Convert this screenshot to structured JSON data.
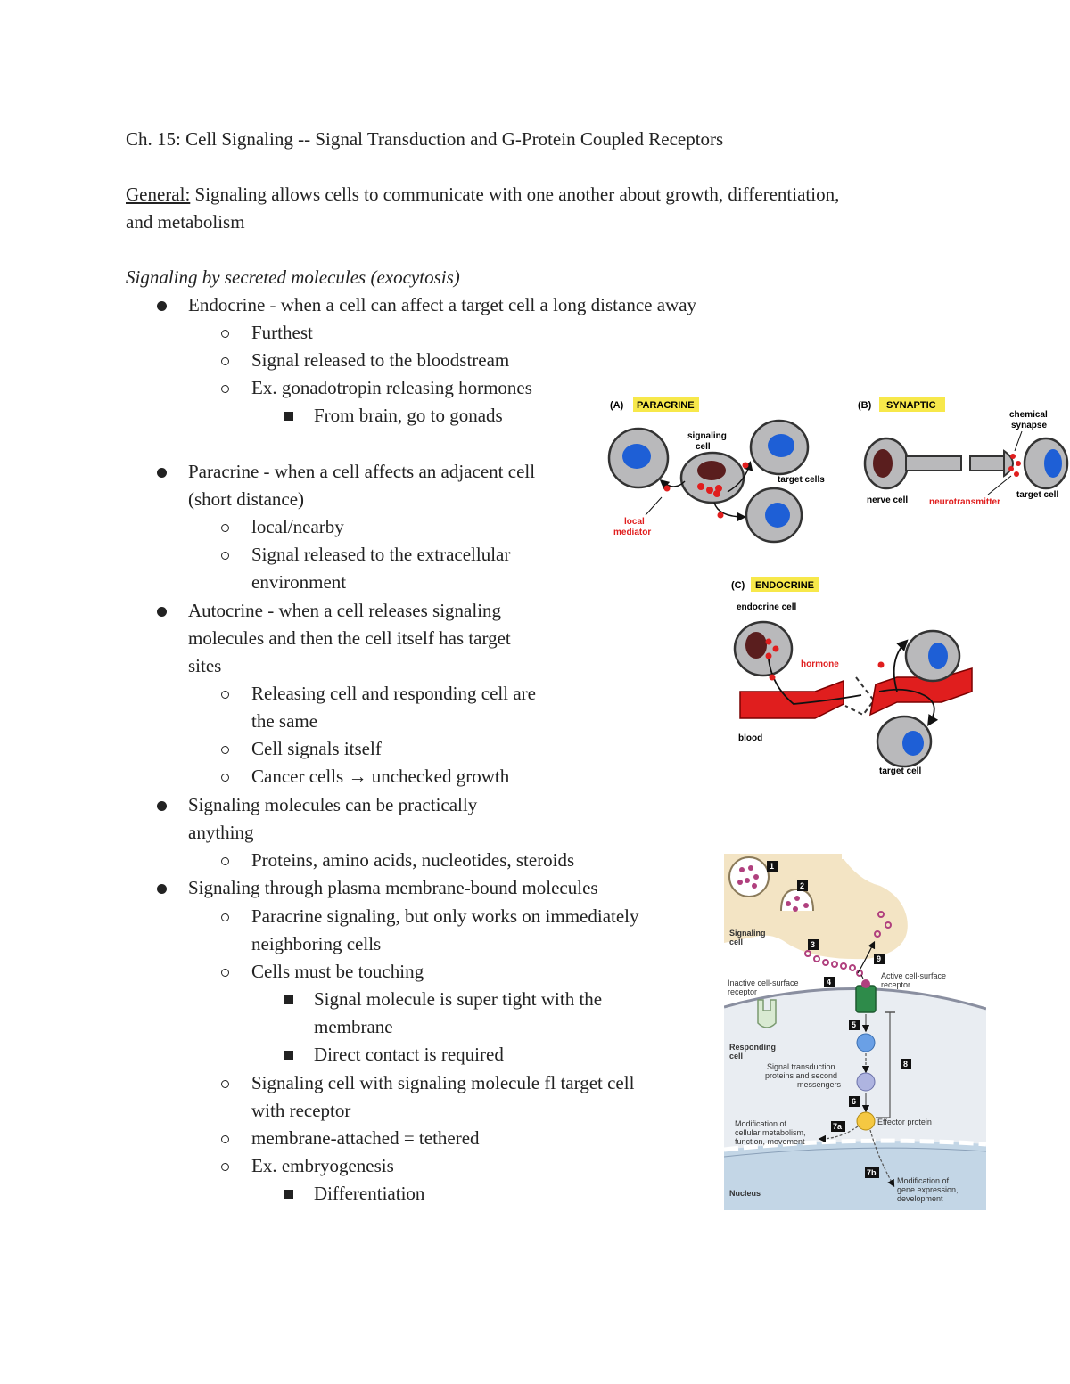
{
  "doc": {
    "title": "Ch. 15: Cell Signaling -- Signal Transduction and G-Protein Coupled Receptors",
    "general_label": "General:",
    "general_text": " Signaling allows cells to communicate with one another about growth, differentiation,",
    "general_text_2": "and metabolism",
    "section_heading": "Signaling by secreted molecules (exocytosis)",
    "lines": [
      "Endocrine - when a cell can affect a target cell a long distance away",
      "Furthest",
      "Signal released to the bloodstream",
      "Ex. gonadotropin releasing hormones",
      "From brain, go to gonads",
      "Paracrine - when a cell affects an adjacent cell",
      "(short distance)",
      "local/nearby",
      "Signal released to the extracellular",
      "environment",
      "Autocrine - when a cell releases signaling",
      "molecules and then the cell itself has target",
      "sites",
      "Releasing cell and responding cell are",
      "the same",
      "Cell signals itself",
      "Cancer cells → unchecked growth",
      "Signaling molecules can be practically",
      "anything",
      "Proteins, amino acids, nucleotides, steroids",
      "Signaling through plasma membrane-bound molecules",
      "Paracrine signaling, but only works on immediately",
      "neighboring cells",
      "Cells must be touching",
      "Signal molecule is super tight with the",
      "membrane",
      "Direct contact is required",
      "Signaling cell with signaling molecule fl target cell",
      "with receptor",
      "membrane-attached = tethered",
      "Ex. embryogenesis",
      "Differentiation"
    ]
  },
  "figure_signaling_types": {
    "paracrine_tag": "(A)",
    "paracrine_label": "PARACRINE",
    "signaling_cell": "signaling",
    "signaling_cell_2": "cell",
    "target_cells": "target cells",
    "local_mediator": "local",
    "local_mediator_2": "mediator",
    "synaptic_tag": "(B)",
    "synaptic_label": "SYNAPTIC",
    "chemical_synapse": "chemical",
    "chemical_synapse_2": "synapse",
    "nerve_cell": "nerve cell",
    "neurotransmitter": "neurotransmitter",
    "target_cell_b": "target cell",
    "endocrine_tag": "(C)",
    "endocrine_label": "ENDOCRINE",
    "endocrine_cell": "endocrine cell",
    "hormone": "hormone",
    "blood": "blood",
    "target_cell_c": "target cell",
    "colors": {
      "highlight": "#f7e84a",
      "red": "#e01e1e",
      "nucleus_blue": "#1e5fd6",
      "cell_gray": "#b9b9bb"
    }
  },
  "figure_pathway": {
    "steps": [
      "1",
      "2",
      "3",
      "4",
      "5",
      "6",
      "7a",
      "7b",
      "8",
      "9"
    ],
    "signaling_cell": "Signaling",
    "signaling_cell_2": "cell",
    "inactive_receptor": "Inactive cell-surface",
    "inactive_receptor_2": "receptor",
    "active_receptor": "Active cell-surface",
    "active_receptor_2": "receptor",
    "responding_cell": "Responding",
    "responding_cell_2": "cell",
    "transduction": "Signal transduction",
    "transduction_2": "proteins and second",
    "transduction_3": "messengers",
    "effector": "Effector protein",
    "modification_metabolism": "Modification of",
    "modification_metabolism_2": "cellular metabolism,",
    "modification_metabolism_3": "function, movement",
    "modification_gene": "Modification of",
    "modification_gene_2": "gene expression,",
    "modification_gene_3": "development",
    "nucleus": "Nucleus",
    "colors": {
      "signal_cell": "#f3e4c4",
      "responding": "#e9edf2",
      "nucleus": "#c3d6e6",
      "ligand": "#b0407e",
      "receptor": "#2e8b4a"
    }
  }
}
